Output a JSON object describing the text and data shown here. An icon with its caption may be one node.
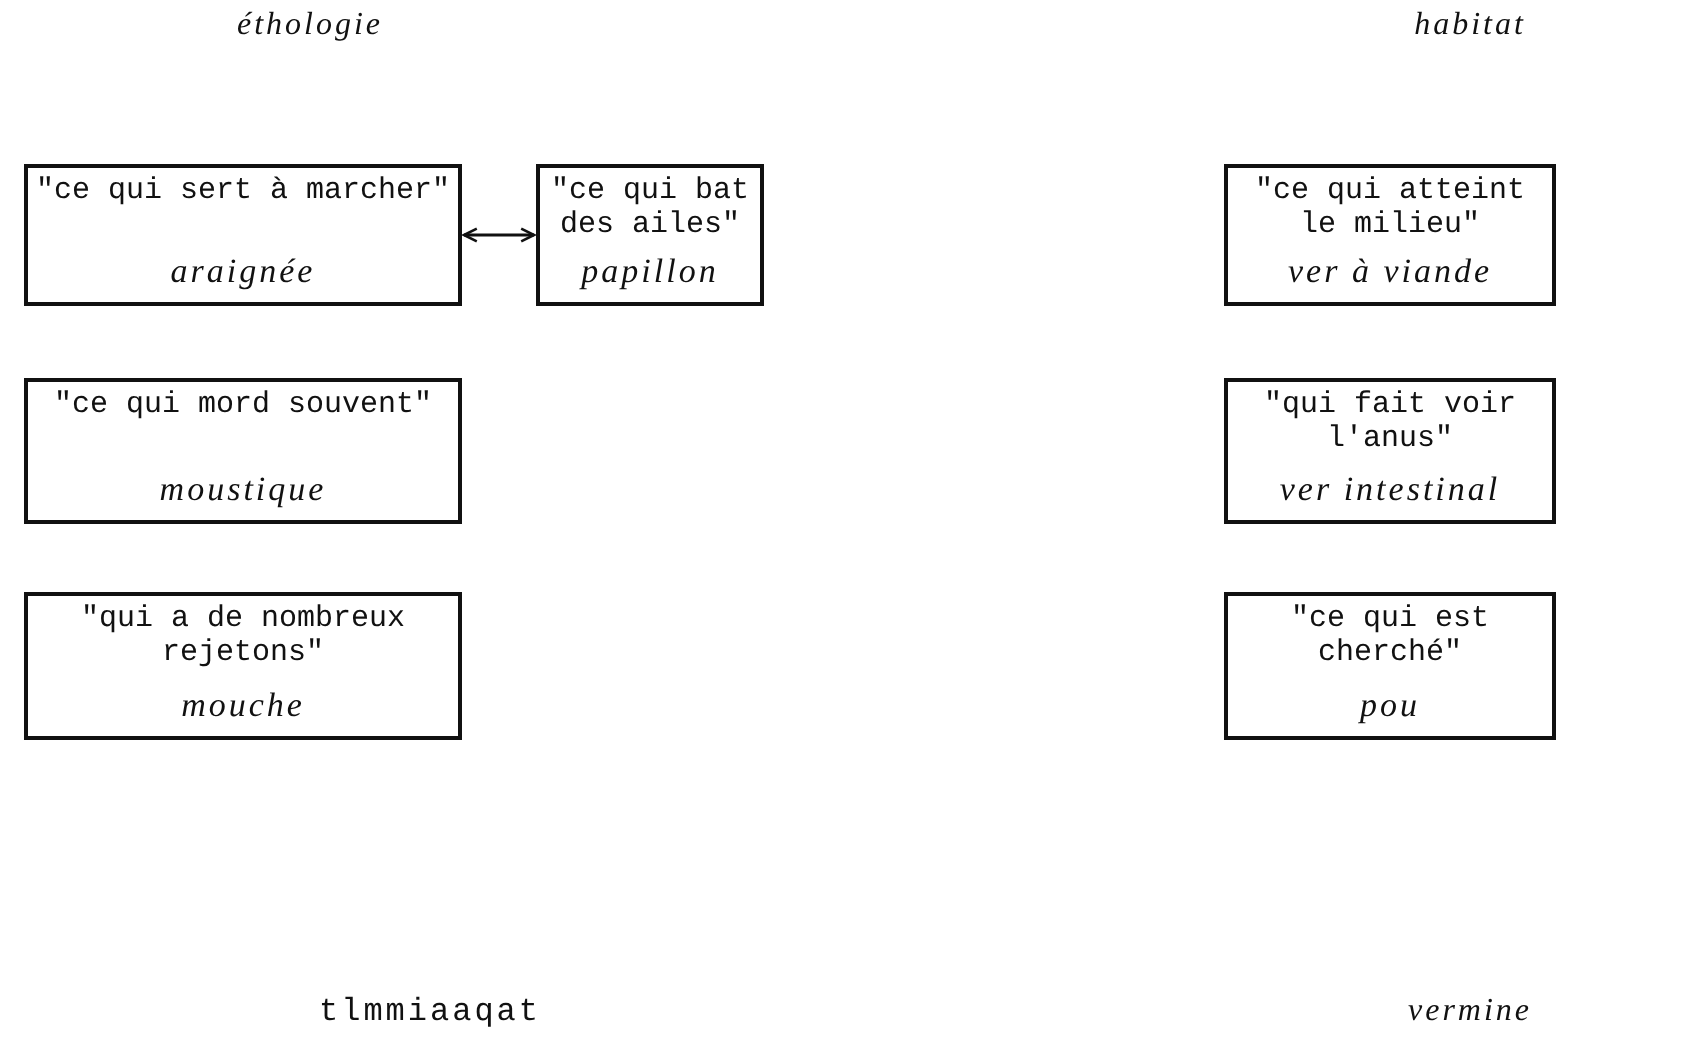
{
  "diagram": {
    "nodes": [
      {
        "text": [
          "\"ce qui sert à marcher\"",
          "araignée"
        ]
      },
      {
        "text": [
          "\"ce qui bat des ailes\"",
          "papillon"
        ]
      },
      {
        "text": [
          "\"ce qui mord souvent\"",
          "moustique"
        ]
      },
      {
        "text": [
          "\"qui a de nombreux rejetons\"",
          "mouche"
        ]
      },
      {
        "text": [
          "\"ce qui atteint le milieu\"",
          "ver à viande"
        ]
      },
      {
        "text": [
          "\"qui fait voir l'anus\"",
          "ver intestinal"
        ]
      },
      {
        "text": [
          "\"ce qui est cherché\"",
          "pou"
        ]
      }
    ],
    "edges": [
      {
        "from": 0,
        "to": 1,
        "arrow": "both"
      }
    ],
    "labels": [
      "éthologie",
      "habitat",
      "tlmmiaaqat",
      "vermine"
    ]
  }
}
